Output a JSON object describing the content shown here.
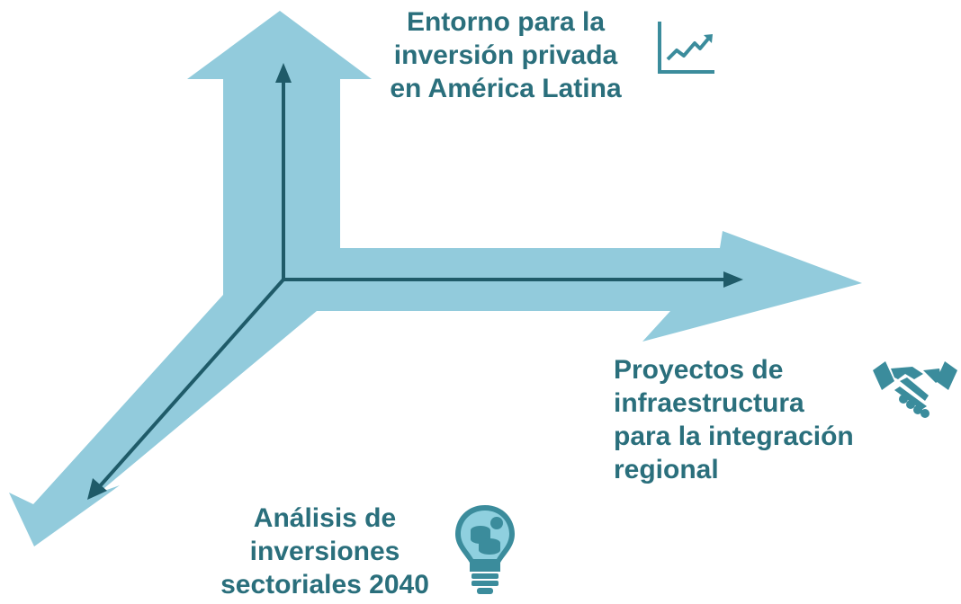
{
  "axes": {
    "top": {
      "lines": [
        "Entorno para la",
        "inversión privada",
        "en América Latina"
      ],
      "icon": "trend-chart-icon"
    },
    "right": {
      "lines": [
        "Proyectos de",
        "infraestructura",
        "para la integración",
        "regional"
      ],
      "icon": "handshake-icon"
    },
    "bottom": {
      "lines": [
        "Análisis de",
        "inversiones",
        "sectoriales 2040"
      ],
      "icon": "lightbulb-coins-icon"
    }
  },
  "colors": {
    "band": "#92cbdc",
    "axis_line": "#1f5b69",
    "text": "#2a6f7c",
    "icon": "#3b8c9c"
  }
}
